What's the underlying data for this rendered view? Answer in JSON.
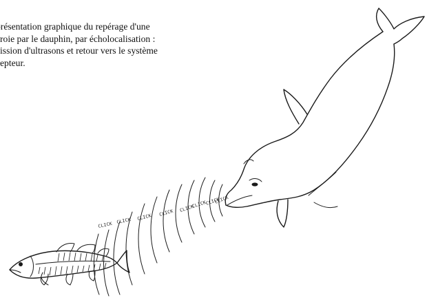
{
  "caption": "présentation graphique du repérage d'une\nroie par le dauphin, par écholocalisation :\nission d'ultrasons et retour vers le système\nepteur.",
  "clicks": [
    "CLICK",
    "CLICK",
    "CLICK",
    "CLICK",
    "CLICK",
    "CLICK",
    "CLICK",
    "CLICK"
  ]
}
